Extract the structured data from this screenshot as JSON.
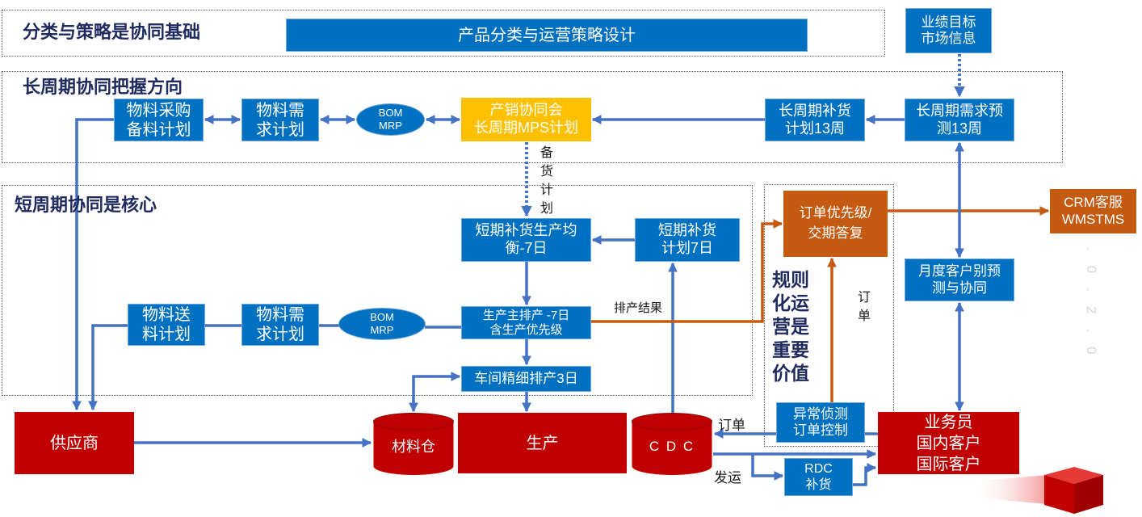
{
  "sections": {
    "foundation_title": "分类与策略是协同基础",
    "long_cycle_title": "长周期协同把握方向",
    "short_cycle_title": "短周期协同是核心"
  },
  "nodes": {
    "product_strategy": "产品分类与运营策略设计",
    "performance_market": "业绩目标\n市场信息",
    "material_procurement": "物料采购\n备料计划",
    "material_requirement_long": "物料需\n求计划",
    "bom_mrp_long": "BOM\nMRP",
    "sop_meeting": "产销协同会\n长周期MPS计划",
    "long_replenishment": "长周期补货\n计划13周",
    "long_forecast": "长周期需求预\n测13周",
    "short_balance": "短期补货生产均\n衡-7日",
    "short_replenishment": "短期补货\n计划7日",
    "material_delivery": "物料送\n料计划",
    "material_requirement_short": "物料需\n求计划",
    "bom_mrp_short": "BOM\nMRP",
    "master_schedule": "生产主排产 -7日\n含生产优先级",
    "workshop_schedule": "车间精细排产3日",
    "order_priority": "订单优先级/\n交期答复",
    "crm": "CRM客服\nWMSTMS",
    "monthly_forecast": "月度客户别预\n测与协同",
    "exception_control": "异常侦测\n订单控制",
    "supplier": "供应商",
    "material_warehouse": "材料仓",
    "production": "生产",
    "cdc": "C D C",
    "rdc": "RDC\n补货",
    "sales": "业务员\n国内客户\n国际客户"
  },
  "labels": {
    "stocking_plan": "备货计划",
    "schedule_result": "排产结果",
    "rule_ops_value": "规则化运营是重要价值",
    "order_vertical": "订单",
    "order_flow": "订单",
    "shipping": "发运",
    "watermark": ".0.2.0"
  },
  "colors": {
    "blue": "#0070c0",
    "yellow": "#ffc000",
    "orange": "#c55a11",
    "red": "#c00000",
    "arrow_blue": "#4472c4",
    "arrow_orange": "#c55a11",
    "title_navy": "#1f2a5e"
  }
}
